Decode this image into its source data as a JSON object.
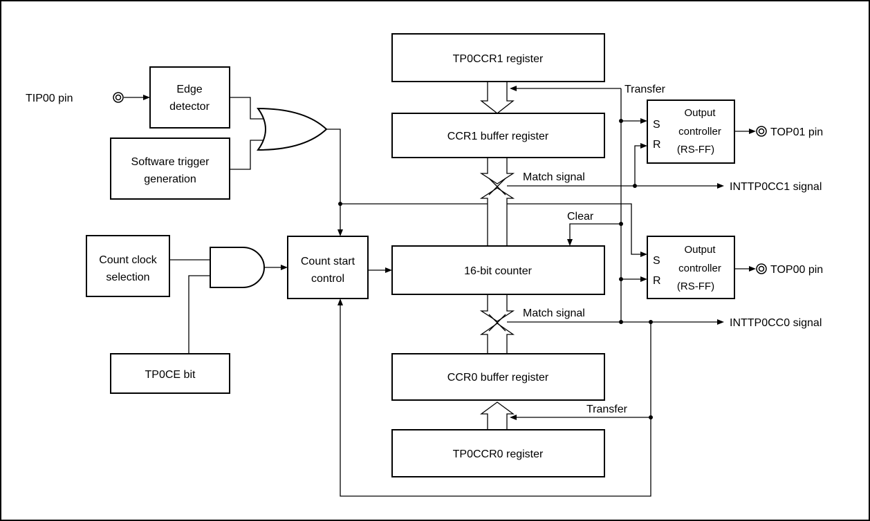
{
  "blocks": {
    "edge_detector": [
      "Edge",
      "detector"
    ],
    "software_trigger": [
      "Software trigger",
      "generation"
    ],
    "count_clock_selection": [
      "Count clock",
      "selection"
    ],
    "tp0ce_bit": "TP0CE bit",
    "count_start_control": [
      "Count start",
      "control"
    ],
    "tp0ccr1_register": "TP0CCR1 register",
    "ccr1_buffer_register": "CCR1 buffer register",
    "counter_16bit": "16-bit counter",
    "ccr0_buffer_register": "CCR0 buffer register",
    "tp0ccr0_register": "TP0CCR0 register",
    "output_controller_1": [
      "Output",
      "controller",
      "(RS-FF)"
    ],
    "output_controller_0": [
      "Output",
      "controller",
      "(RS-FF)"
    ],
    "rs_s": "S",
    "rs_r": "R"
  },
  "pins": {
    "tip00": "TIP00 pin",
    "top01": "TOP01 pin",
    "top00": "TOP00 pin"
  },
  "signals": {
    "transfer_upper": "Transfer",
    "transfer_lower": "Transfer",
    "match_upper": "Match signal",
    "match_lower": "Match signal",
    "clear": "Clear",
    "inttp0cc1": "INTTP0CC1 signal",
    "inttp0cc0": "INTTP0CC0 signal"
  }
}
